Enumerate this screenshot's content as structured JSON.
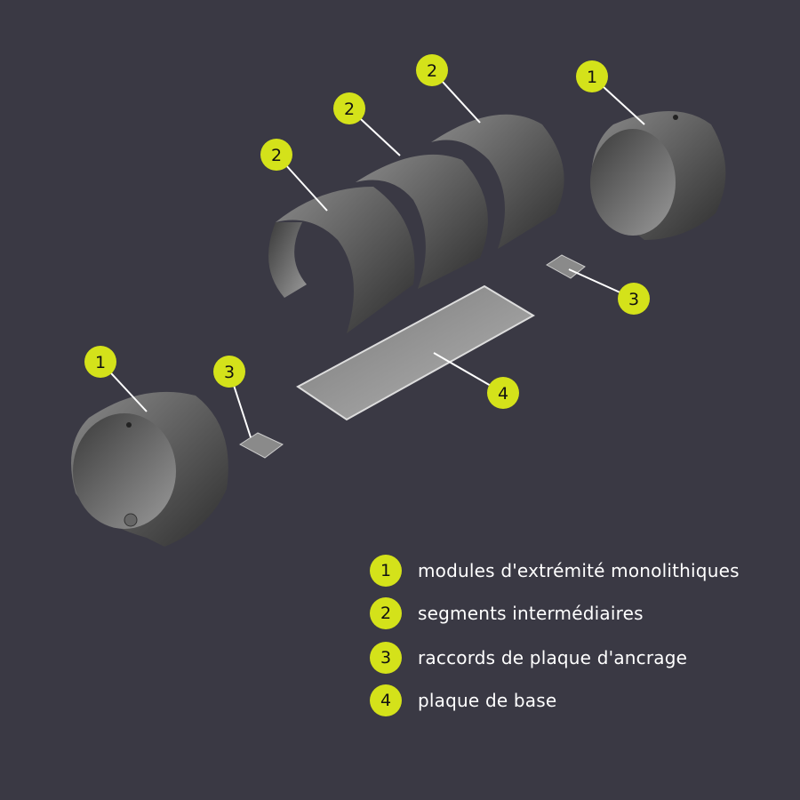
{
  "colors": {
    "background": "#3a3944",
    "badge": "#d4e21a",
    "leader": "#ffffff",
    "part": "#5a5a5a"
  },
  "callouts": [
    {
      "id": "end-module-right",
      "number": "1"
    },
    {
      "id": "segment-back",
      "number": "2"
    },
    {
      "id": "segment-middle",
      "number": "2"
    },
    {
      "id": "segment-front",
      "number": "2"
    },
    {
      "id": "anchor-right",
      "number": "3"
    },
    {
      "id": "anchor-left",
      "number": "3"
    },
    {
      "id": "base-plate",
      "number": "4"
    },
    {
      "id": "end-module-left",
      "number": "1"
    }
  ],
  "legend": [
    {
      "number": "1",
      "label": "modules d'extrémité monolithiques"
    },
    {
      "number": "2",
      "label": "segments intermédiaires"
    },
    {
      "number": "3",
      "label": "raccords de plaque d'ancrage"
    },
    {
      "number": "4",
      "label": "plaque de base"
    }
  ]
}
